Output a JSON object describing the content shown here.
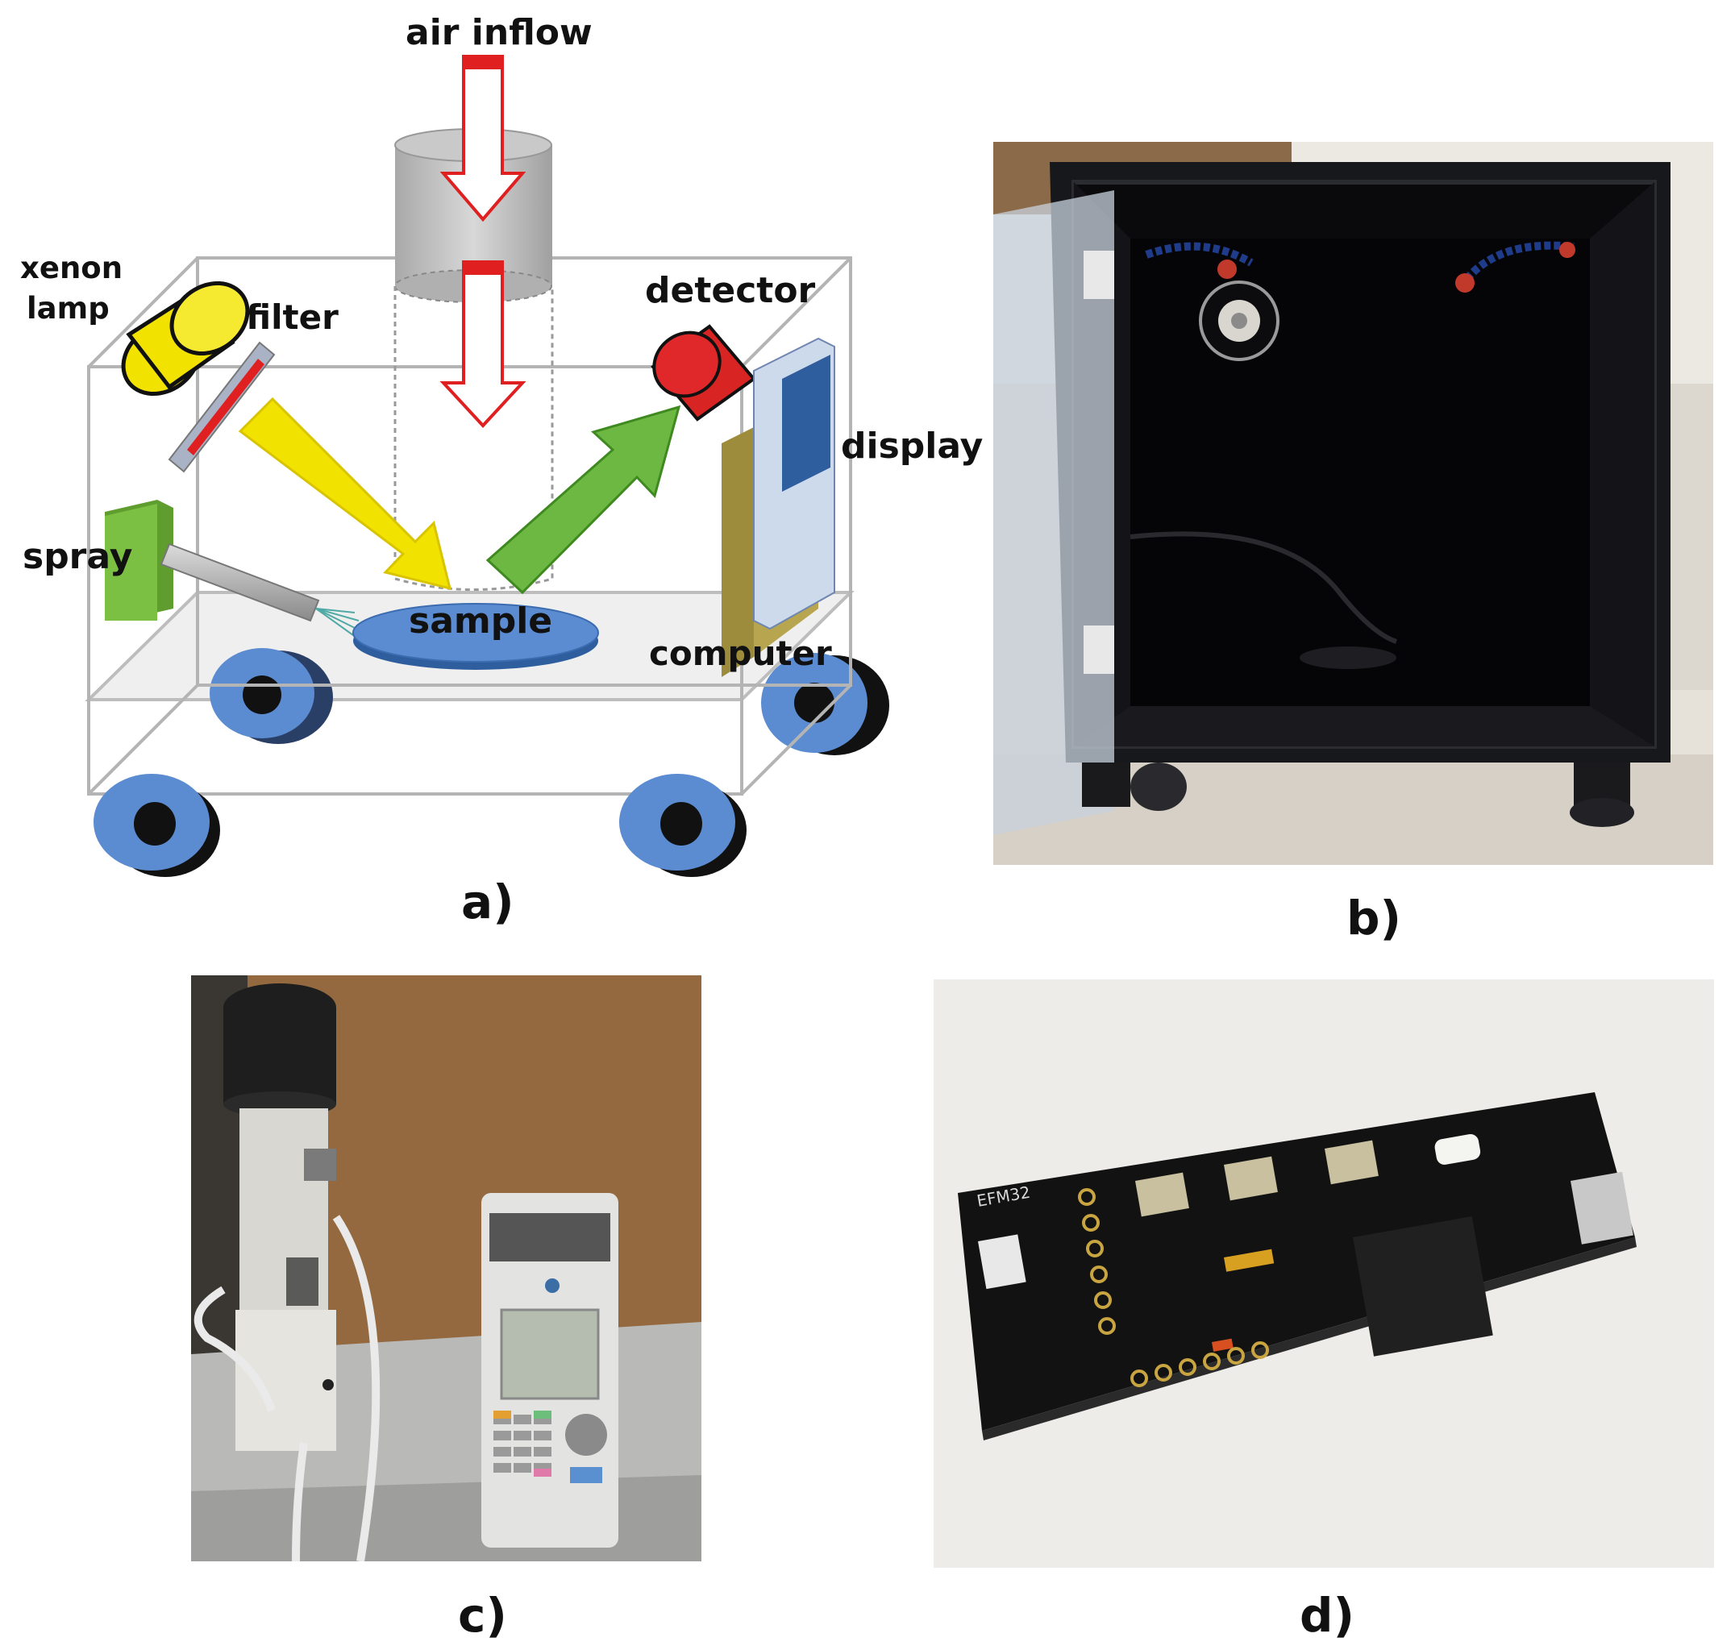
{
  "panels": {
    "a": {
      "caption": "a)",
      "labels": {
        "air_inflow": "air inflow",
        "xenon": "xenon",
        "lamp": "lamp",
        "filter": "filter",
        "detector": "detector",
        "display": "display",
        "spray": "spray",
        "sample": "sample",
        "computer": "computer"
      }
    },
    "b": {
      "caption": "b)"
    },
    "c": {
      "caption": "c)"
    },
    "d": {
      "caption": "d)",
      "pcb_text": "EFM32"
    }
  },
  "colors": {
    "wheel": "#5b8bd0",
    "lamp_yellow": "#f2e200",
    "detector_red": "#e0282a",
    "spray_green": "#7cc043",
    "display_blue": "#2f5e9e",
    "arrow_red": "#e02020"
  }
}
